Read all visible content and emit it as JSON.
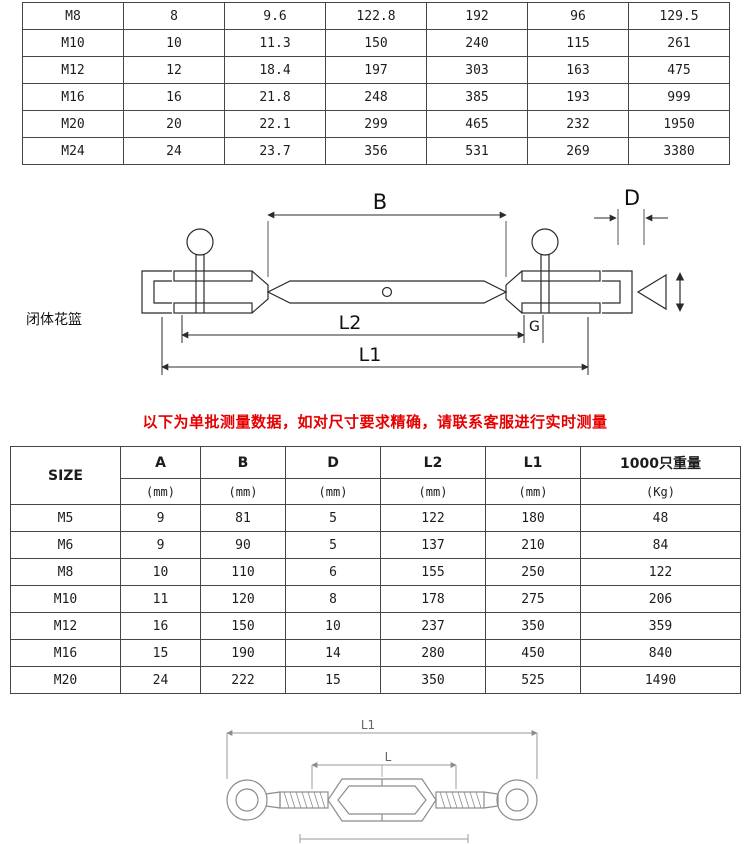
{
  "top_table": {
    "rows": [
      [
        "M8",
        "8",
        "9.6",
        "122.8",
        "192",
        "96",
        "129.5"
      ],
      [
        "M10",
        "10",
        "11.3",
        "150",
        "240",
        "115",
        "261"
      ],
      [
        "M12",
        "12",
        "18.4",
        "197",
        "303",
        "163",
        "475"
      ],
      [
        "M16",
        "16",
        "21.8",
        "248",
        "385",
        "193",
        "999"
      ],
      [
        "M20",
        "20",
        "22.1",
        "299",
        "465",
        "232",
        "1950"
      ],
      [
        "M24",
        "24",
        "23.7",
        "356",
        "531",
        "269",
        "3380"
      ]
    ]
  },
  "closed_diagram": {
    "side_label": "闭体花篮",
    "labels": {
      "B": "B",
      "D": "D",
      "L2": "L2",
      "G": "G",
      "L1": "L1"
    }
  },
  "notice": {
    "text": "以下为单批测量数据，如对尺寸要求精确，请联系客服进行实时测量",
    "color": "#e60000"
  },
  "spec_table": {
    "headers": [
      "SIZE",
      "A",
      "B",
      "D",
      "L2",
      "L1",
      "1000只重量"
    ],
    "units": [
      "(mm)",
      "(mm)",
      "(mm)",
      "(mm)",
      "(mm)",
      "(Kg)"
    ],
    "rows": [
      [
        "M5",
        "9",
        "81",
        "5",
        "122",
        "180",
        "48"
      ],
      [
        "M6",
        "9",
        "90",
        "5",
        "137",
        "210",
        "84"
      ],
      [
        "M8",
        "10",
        "110",
        "6",
        "155",
        "250",
        "122"
      ],
      [
        "M10",
        "11",
        "120",
        "8",
        "178",
        "275",
        "206"
      ],
      [
        "M12",
        "16",
        "150",
        "10",
        "237",
        "350",
        "359"
      ],
      [
        "M16",
        "15",
        "190",
        "14",
        "280",
        "450",
        "840"
      ],
      [
        "M20",
        "24",
        "222",
        "15",
        "350",
        "525",
        "1490"
      ]
    ]
  },
  "open_diagram": {
    "labels": {
      "L1": "L1",
      "L": "L"
    }
  }
}
